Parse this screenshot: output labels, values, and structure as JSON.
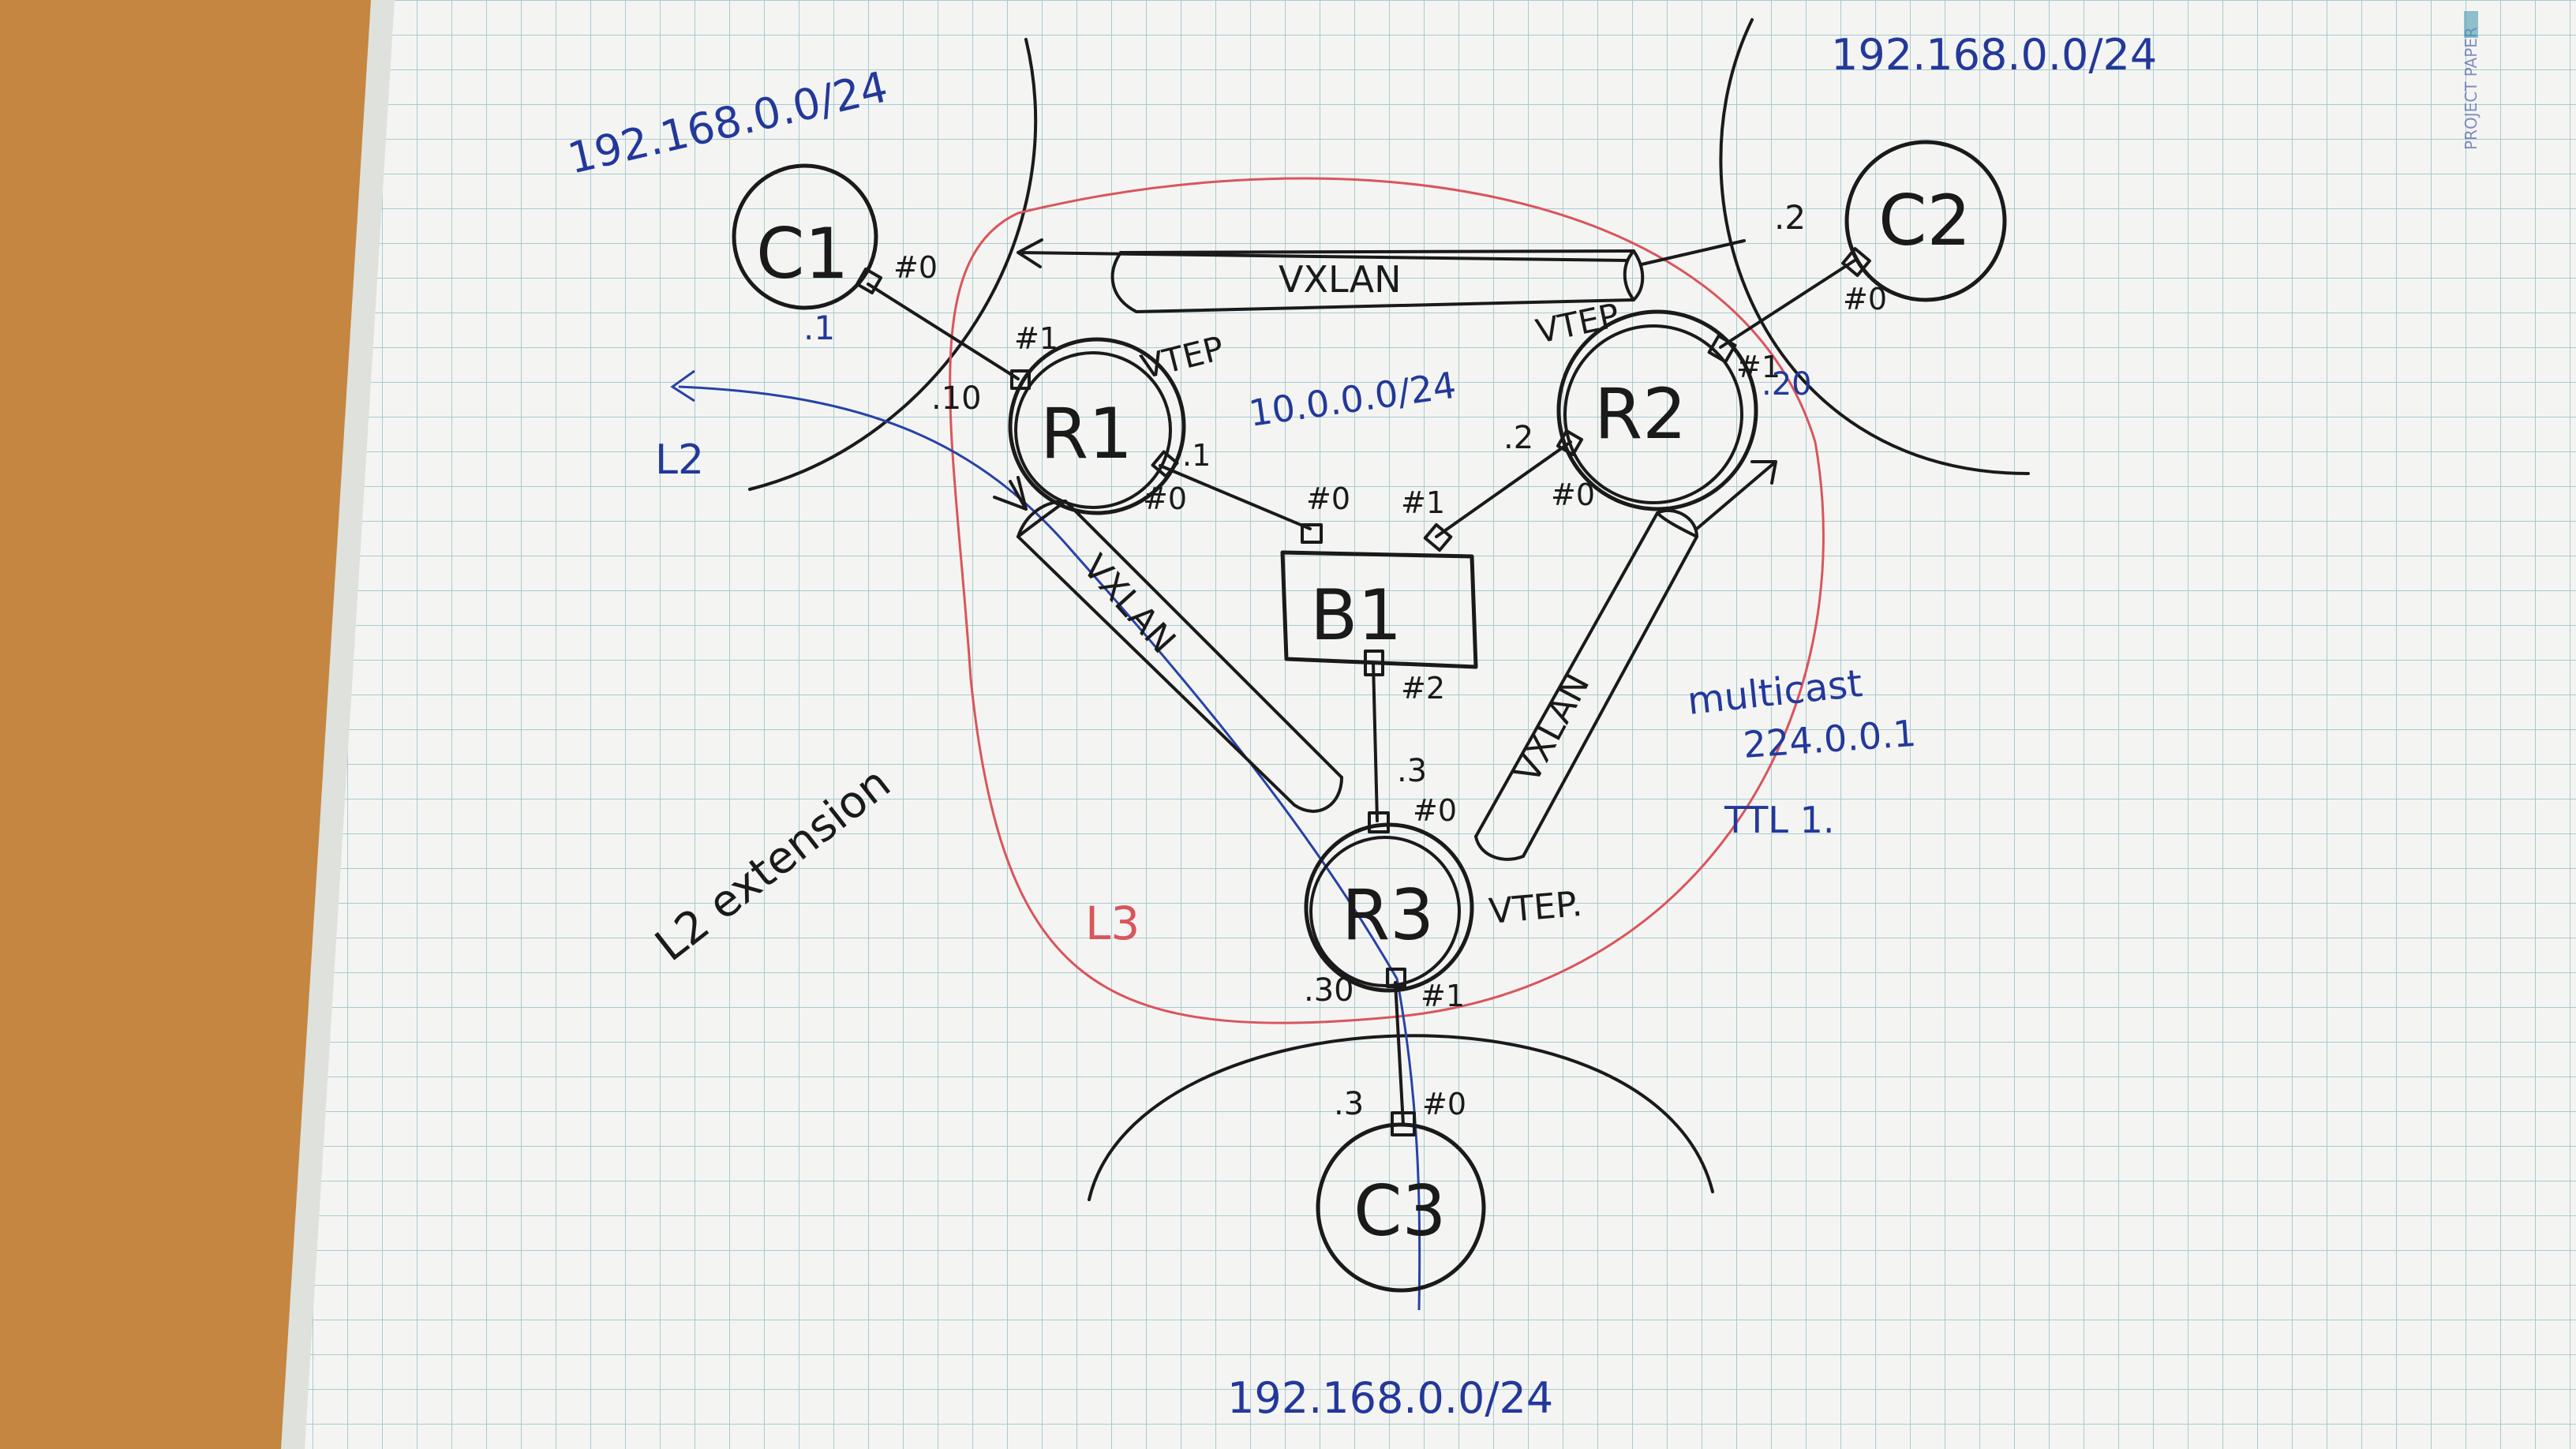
{
  "nodes": {
    "c1": "C1",
    "c2": "C2",
    "c3": "C3",
    "r1": "R1",
    "r2": "R2",
    "r3": "R3",
    "b1": "B1"
  },
  "subnets": {
    "c1_side": "192.168.0.0/24",
    "c2_side": "192.168.0.0/24",
    "c3_side": "192.168.0.0/24",
    "core": "10.0.0.0/24"
  },
  "tunnels": {
    "top": "VXLAN",
    "left": "VXLAN",
    "right": "VXLAN"
  },
  "vtep": {
    "r1": "VTEP",
    "r2": "VTEP",
    "r3": "VTEP."
  },
  "multicast": {
    "title": "multicast",
    "group": "224.0.0.1",
    "ttl": "TTL 1."
  },
  "layers": {
    "l2": "L2",
    "l3": "L3",
    "l2_extension": "L2 extension"
  },
  "ports": {
    "c1_p0": "#0",
    "c1_ip": ".1",
    "r1_p1": "#1",
    "r1_ip_lan": ".10",
    "r1_ip_core": ".1",
    "r1_p0": "#0",
    "c2_ip": ".2",
    "c2_p0": "#0",
    "r2_p1": "#1",
    "r2_ip_lan": ".20",
    "r2_ip_core": ".2",
    "r2_p0": "#0",
    "b1_p0": "#0",
    "b1_p1": "#1",
    "b1_p2": "#2",
    "r3_ip_core": ".3",
    "r3_p0": "#0",
    "r3_ip_lan": ".30",
    "r3_p1": "#1",
    "c3_ip": ".3",
    "c3_p0": "#0"
  },
  "paper": {
    "brand": "PROJECT PAPER"
  },
  "colors": {
    "table": "#c98d45",
    "paper": "#f4f5f2",
    "grid": "#a9c9d0",
    "ink": "#1a1a1a",
    "blue_ink": "#23389a",
    "red_ink": "#d9555c"
  }
}
